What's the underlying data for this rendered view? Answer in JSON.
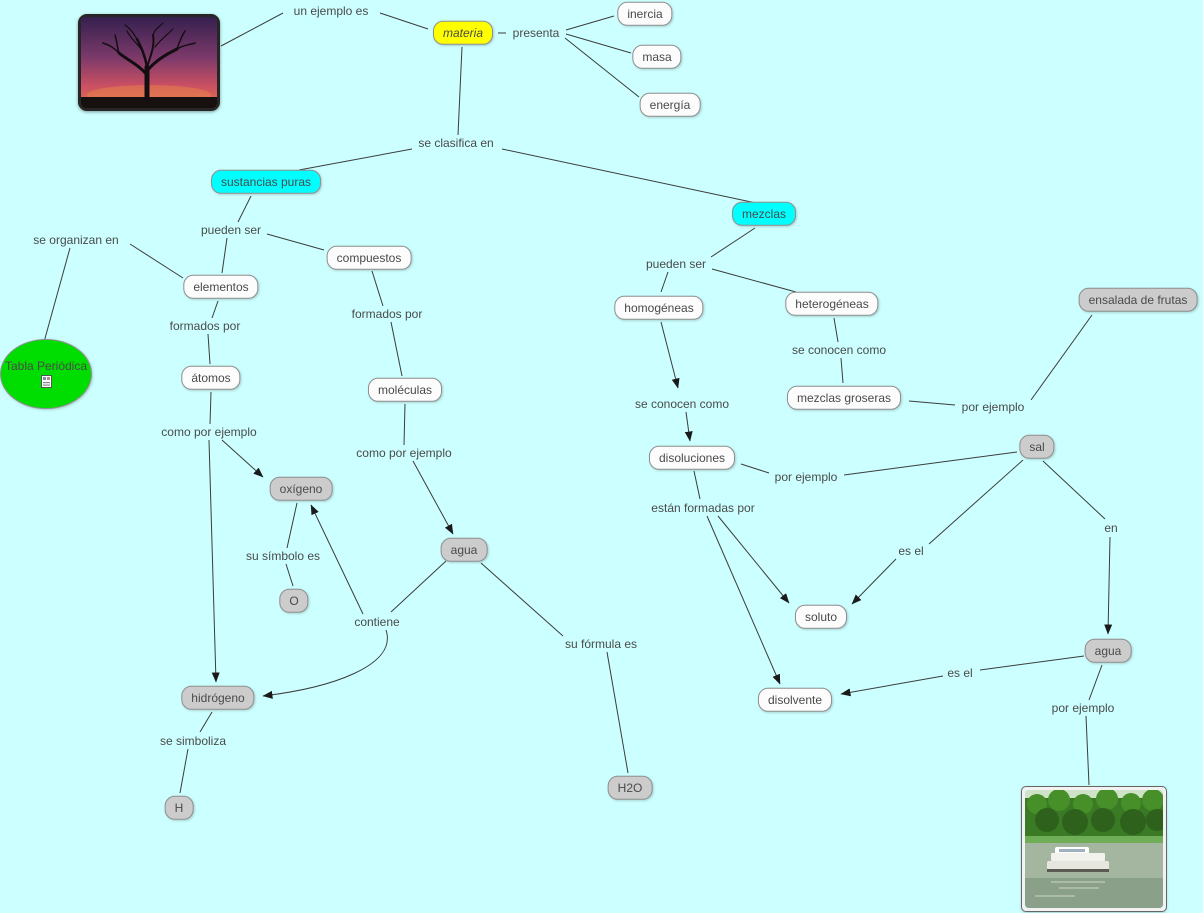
{
  "canvas": {
    "background": "#ccffff"
  },
  "colors": {
    "node_yellow": "#ffff00",
    "node_cyan": "#00ffff",
    "node_green": "#00dd00",
    "node_gray": "#cccccc",
    "node_white": "#fcfcfc",
    "node_border": "#8f8f8f",
    "text": "#4a4a4a",
    "line": "#3c3c3c"
  },
  "nodes": {
    "materia": "materia",
    "inercia": "inercia",
    "masa": "masa",
    "energia": "energía",
    "sustancias_puras": "sustancias puras",
    "mezclas": "mezclas",
    "elementos": "elementos",
    "compuestos": "compuestos",
    "tabla_periodica": "Tabla Periódica",
    "atomos": "átomos",
    "moleculas": "moléculas",
    "homogeneas": "homogéneas",
    "heterogeneas": "heterogéneas",
    "mezclas_groseras": "mezclas groseras",
    "ensalada_de_frutas": "ensalada de frutas",
    "disoluciones": "disoluciones",
    "sal": "sal",
    "oxigeno": "oxígeno",
    "agua_left": "agua",
    "agua_right": "agua",
    "o": "O",
    "h": "H",
    "h2o": "H2O",
    "soluto": "soluto",
    "disolvente": "disolvente",
    "hidrogeno": "hidrógeno"
  },
  "link_labels": {
    "un_ejemplo_es": "un ejemplo es",
    "presenta": "presenta",
    "se_clasifica_en": "se clasifica en",
    "se_organizan_en": "se organizan en",
    "pueden_ser_izq": "pueden ser",
    "pueden_ser_der": "pueden ser",
    "formados_por_izq": "formados por",
    "formados_por_centro": "formados por",
    "se_conocen_como_hom": "se conocen como",
    "se_conocen_como_het": "se conocen como",
    "por_ejemplo_ensalada": "por ejemplo",
    "por_ejemplo_sal": "por ejemplo",
    "por_ejemplo_agua": "por ejemplo",
    "como_por_ejemplo_izq": "como por ejemplo",
    "como_por_ejemplo_centro": "como por ejemplo",
    "estan_formadas_por": "están formadas por",
    "es_el_soluto": "es el",
    "es_el_disolvente": "es el",
    "en": "en",
    "su_simbolo_es": "su símbolo es",
    "su_formula_es": "su fórmula es",
    "contiene": "contiene",
    "se_simboliza": "se simboliza"
  },
  "images": {
    "sunset_tree": "sunset-tree-photo",
    "river_boat": "river-boat-photo"
  }
}
